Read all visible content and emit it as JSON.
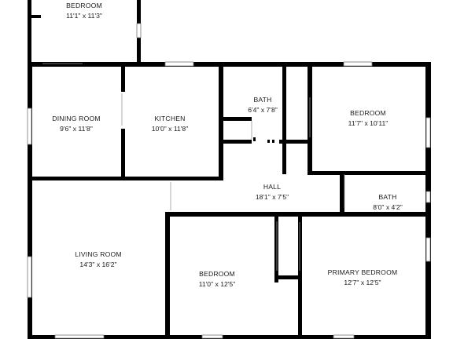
{
  "floor_plan": {
    "rooms": [
      {
        "id": "bedroom_top",
        "name": "BEDROOM",
        "dims": "11'1\" x 11'3\""
      },
      {
        "id": "dining",
        "name": "DINING ROOM",
        "dims": "9'6\" x 11'8\""
      },
      {
        "id": "kitchen",
        "name": "KITCHEN",
        "dims": "10'0\" x 11'8\""
      },
      {
        "id": "bath1",
        "name": "BATH",
        "dims": "6'4\" x 7'8\""
      },
      {
        "id": "bedroom_right",
        "name": "BEDROOM",
        "dims": "11'7\" x 10'11\""
      },
      {
        "id": "hall",
        "name": "HALL",
        "dims": "18'1\" x 7'5\""
      },
      {
        "id": "bath2",
        "name": "BATH",
        "dims": "8'0\" x 4'2\""
      },
      {
        "id": "living",
        "name": "LIVING ROOM",
        "dims": "14'3\" x 16'2\""
      },
      {
        "id": "bedroom_mid",
        "name": "BEDROOM",
        "dims": "11'0\" x 12'5\""
      },
      {
        "id": "primary",
        "name": "PRIMARY BEDROOM",
        "dims": "12'7\" x 12'5\""
      }
    ]
  }
}
